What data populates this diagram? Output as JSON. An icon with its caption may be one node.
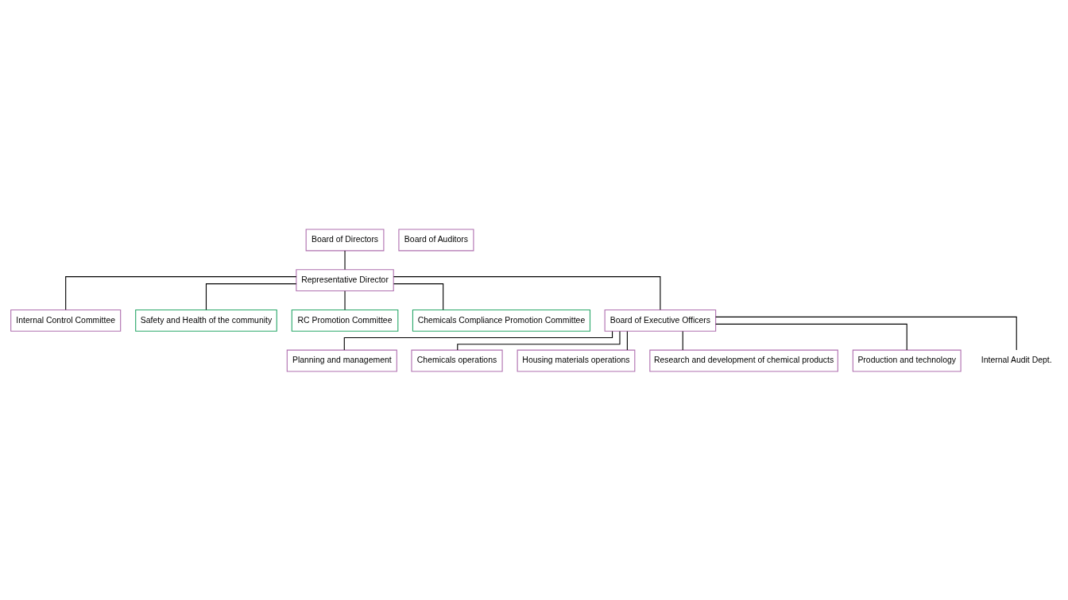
{
  "diagram": {
    "nodes": [
      {
        "text": [
          "Board of Directors"
        ]
      },
      {
        "text": [
          "Board of Auditors"
        ]
      },
      {
        "text": [
          "Representative Director"
        ]
      },
      {
        "text": [
          "Internal Control Committee"
        ]
      },
      {
        "text": [
          "Safety and Health of the community"
        ]
      },
      {
        "text": [
          "RC Promotion Committee"
        ]
      },
      {
        "text": [
          "Chemicals Compliance Promotion Committee"
        ]
      },
      {
        "text": [
          "Board of Executive Officers"
        ]
      },
      {
        "text": [
          "Planning and management"
        ]
      },
      {
        "text": [
          "Chemicals operations"
        ]
      },
      {
        "text": [
          "Housing materials operations"
        ]
      },
      {
        "text": [
          "Research and development of chemical products"
        ]
      },
      {
        "text": [
          "Production and technology"
        ]
      },
      {
        "text": [
          "Internal Audit Dept."
        ]
      }
    ],
    "edges": [
      {
        "from": 0,
        "to": 2,
        "arrow": "none"
      },
      {
        "from": 2,
        "to": 3,
        "arrow": "none"
      },
      {
        "from": 2,
        "to": 4,
        "arrow": "none"
      },
      {
        "from": 2,
        "to": 5,
        "arrow": "none"
      },
      {
        "from": 2,
        "to": 6,
        "arrow": "none"
      },
      {
        "from": 2,
        "to": 7,
        "arrow": "none"
      },
      {
        "from": 7,
        "to": 8,
        "arrow": "none"
      },
      {
        "from": 7,
        "to": 9,
        "arrow": "none"
      },
      {
        "from": 7,
        "to": 10,
        "arrow": "none"
      },
      {
        "from": 7,
        "to": 11,
        "arrow": "none"
      },
      {
        "from": 7,
        "to": 12,
        "arrow": "none"
      },
      {
        "from": 7,
        "to": 13,
        "arrow": "none"
      }
    ]
  }
}
